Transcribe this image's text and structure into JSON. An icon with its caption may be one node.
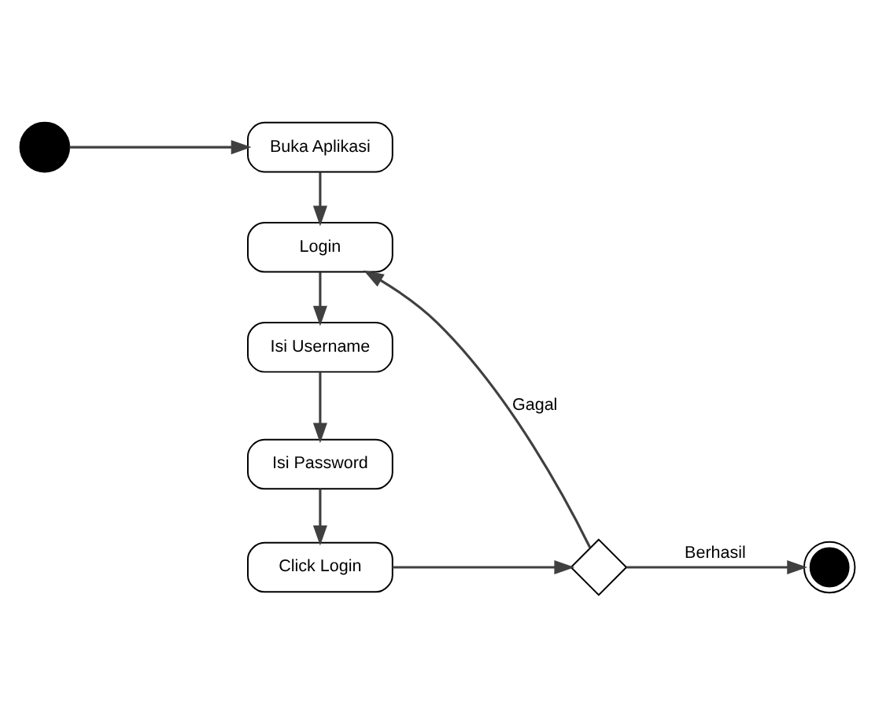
{
  "diagram": {
    "nodes": [
      {
        "text": [],
        "shape": "circle"
      },
      {
        "text": [
          "Buka Aplikasi"
        ]
      },
      {
        "text": [
          "Login"
        ]
      },
      {
        "text": [
          "Isi Username"
        ]
      },
      {
        "text": [
          "Isi Password"
        ]
      },
      {
        "text": [
          "Click Login"
        ]
      },
      {
        "text": [],
        "shape": "diamond"
      },
      {
        "text": [],
        "shape": "circle"
      }
    ],
    "edges": [
      {
        "from": 0,
        "to": 1,
        "arrow": "to"
      },
      {
        "from": 1,
        "to": 2,
        "arrow": "to"
      },
      {
        "from": 2,
        "to": 3,
        "arrow": "to"
      },
      {
        "from": 3,
        "to": 4,
        "arrow": "to"
      },
      {
        "from": 4,
        "to": 5,
        "arrow": "to"
      },
      {
        "from": 5,
        "to": 6,
        "arrow": "to"
      },
      {
        "from": 6,
        "to": 2,
        "arrow": "to",
        "label": "Gagal"
      },
      {
        "from": 6,
        "to": 7,
        "arrow": "to",
        "label": "Berhasil"
      }
    ]
  }
}
